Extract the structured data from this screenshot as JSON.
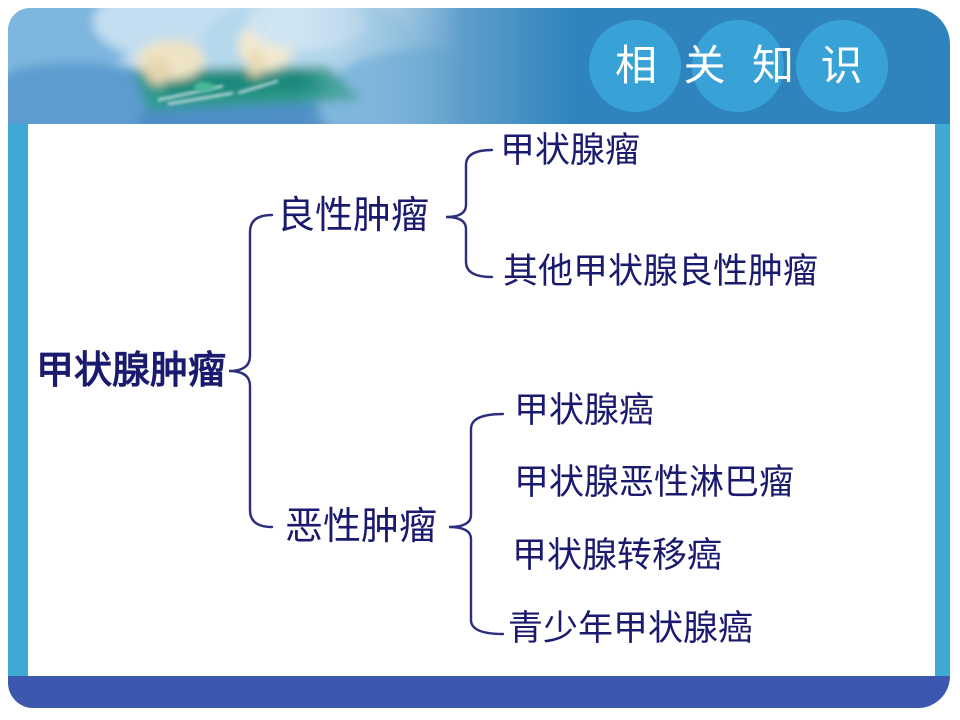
{
  "slide": {
    "title": "相 关 知 识",
    "colors": {
      "banner_blue": "#2f84bd",
      "circle_blue": "#38a2d6",
      "strip_blue": "#3fa9d6",
      "bottom_bar_blue": "#3c58ae",
      "text_navy": "#1a1a6e",
      "brace_navy": "#2e2e7e",
      "photo_teal": "#2d9a8c"
    }
  },
  "diagram": {
    "root": {
      "label": "甲状腺肿瘤"
    },
    "groups": [
      {
        "label": "良性肿瘤",
        "children": [
          {
            "label": "甲状腺瘤"
          },
          {
            "label": "其他甲状腺良性肿瘤"
          }
        ]
      },
      {
        "label": "恶性肿瘤",
        "children": [
          {
            "label": "甲状腺癌"
          },
          {
            "label": "甲状腺恶性淋巴瘤"
          },
          {
            "label": "甲状腺转移癌"
          },
          {
            "label": "青少年甲状腺癌"
          }
        ]
      }
    ]
  }
}
